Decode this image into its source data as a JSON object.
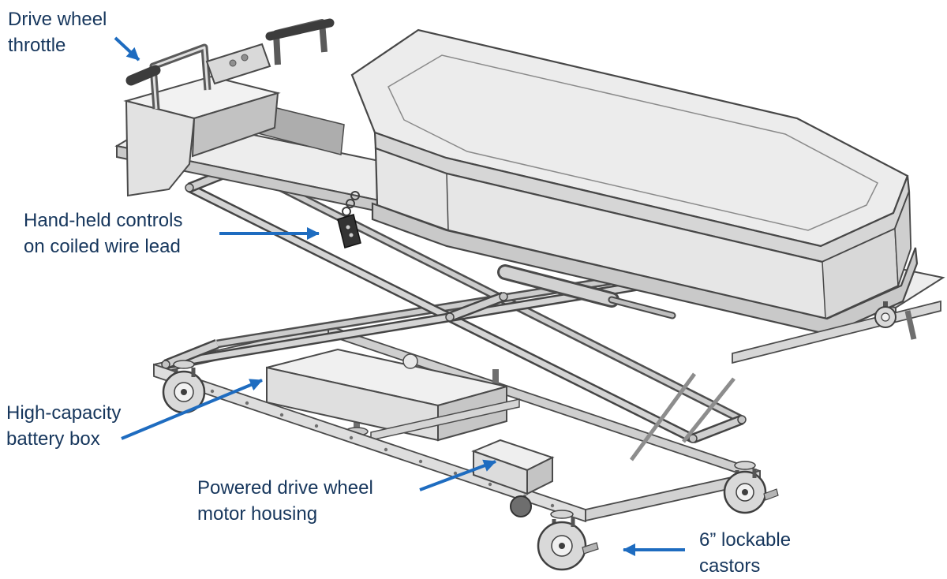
{
  "diagram": {
    "labels": [
      {
        "id": "drive-wheel-throttle",
        "lines": [
          "Drive wheel",
          "throttle"
        ]
      },
      {
        "id": "hand-held-controls",
        "lines": [
          "Hand-held controls",
          "on coiled wire lead"
        ]
      },
      {
        "id": "high-capacity-battery-box",
        "lines": [
          "High-capacity",
          "battery box"
        ]
      },
      {
        "id": "powered-drive-wheel-motor-housing",
        "lines": [
          "Powered drive wheel",
          "motor housing"
        ]
      },
      {
        "id": "lockable-castors",
        "lines": [
          "6” lockable",
          "castors"
        ]
      }
    ],
    "colors": {
      "label_text": "#16365c",
      "arrow": "#1e6cc0",
      "outline": "#4a4a4a",
      "fill_light": "#efefef",
      "fill_mid": "#d9d9d9",
      "fill_dark": "#c0c0c0",
      "background": "#ffffff"
    }
  }
}
